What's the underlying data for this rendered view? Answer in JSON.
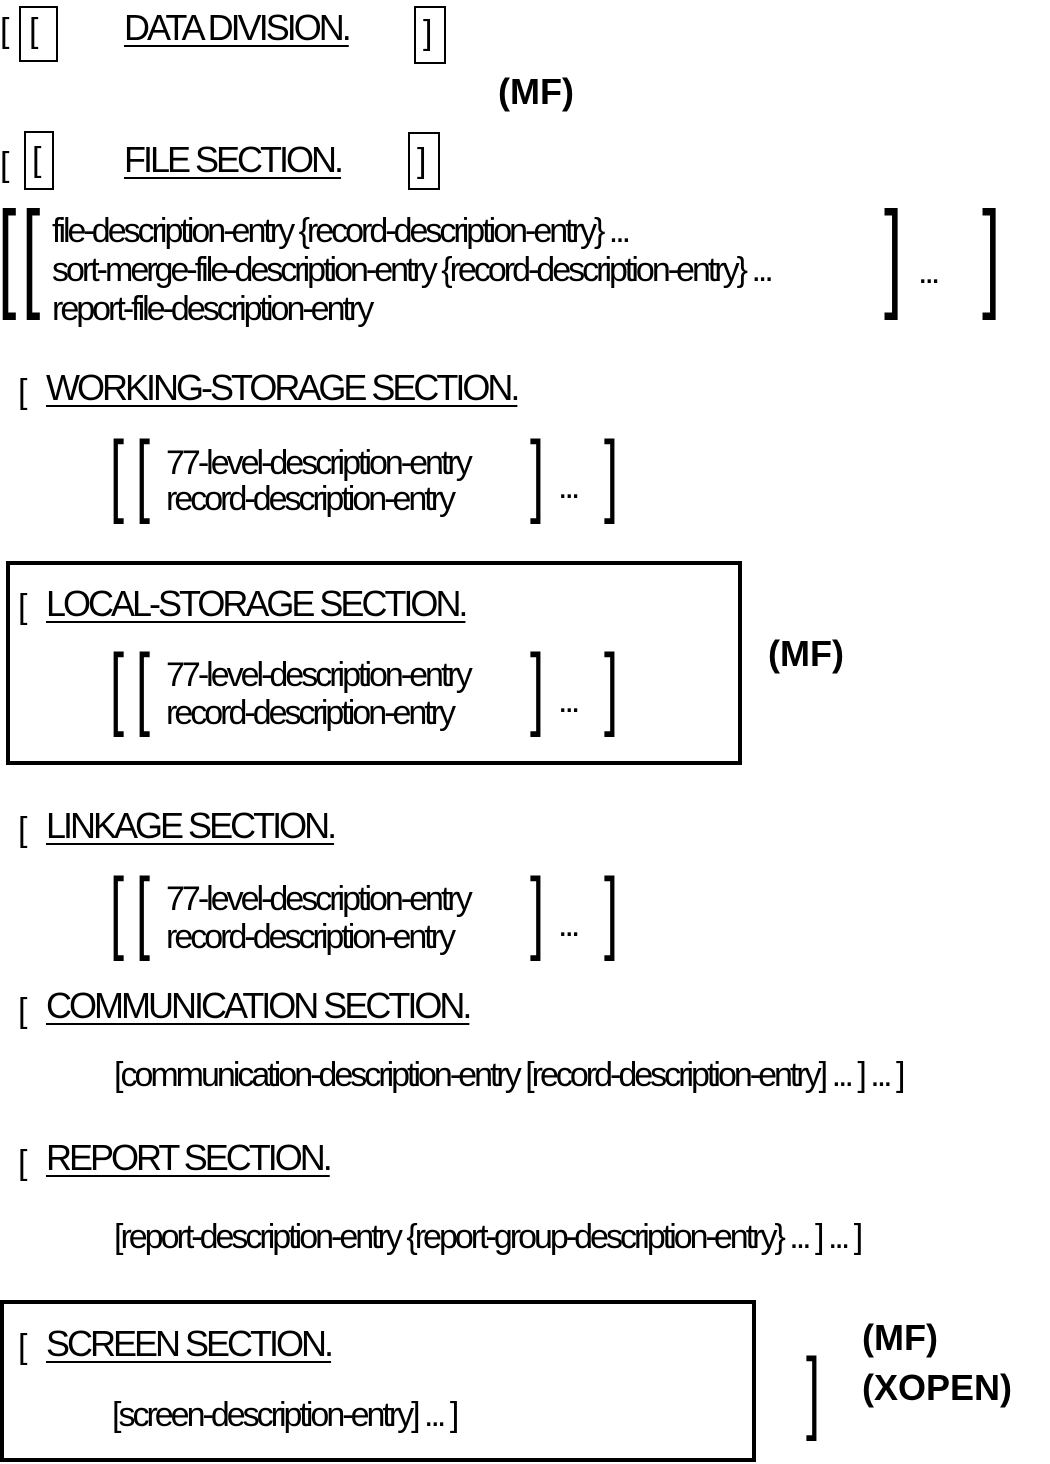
{
  "data_division": {
    "open_bracket": "[",
    "boxed_open": "[",
    "keyword": "DATA DIVISION.",
    "boxed_close": "]",
    "note": "(MF)"
  },
  "file_section": {
    "open_bracket": "[",
    "boxed_open": "[",
    "keyword": "FILE SECTION.",
    "boxed_close": "]",
    "entries": [
      "file-description-entry {record-description-entry} ...",
      "sort-merge-file-description-entry {record-description-entry} ...",
      "report-file-description-entry"
    ],
    "repeat": "..."
  },
  "working_storage": {
    "open_bracket": "[",
    "keyword": "WORKING-STORAGE SECTION.",
    "entries": [
      "77-level-description-entry",
      "record-description-entry"
    ],
    "repeat": "..."
  },
  "local_storage": {
    "open_bracket": "[",
    "keyword": "LOCAL-STORAGE SECTION.",
    "entries": [
      "77-level-description-entry",
      "record-description-entry"
    ],
    "repeat": "...",
    "note": "(MF)"
  },
  "linkage": {
    "open_bracket": "[",
    "keyword": "LINKAGE SECTION.",
    "entries": [
      "77-level-description-entry",
      "record-description-entry"
    ],
    "repeat": "..."
  },
  "communication": {
    "open_bracket": "[",
    "keyword": "COMMUNICATION SECTION.",
    "line": "[communication-description-entry [record-description-entry] ... ] ... ]"
  },
  "report": {
    "open_bracket": "[",
    "keyword": "REPORT SECTION.",
    "line": "[report-description-entry {report-group-description-entry} ... ] ... ]"
  },
  "screen": {
    "open_bracket": "[",
    "keyword": "SCREEN SECTION.",
    "line": "[screen-description-entry] ... ]",
    "close_bracket": "]",
    "notes": [
      "(MF)",
      "(XOPEN)"
    ]
  }
}
